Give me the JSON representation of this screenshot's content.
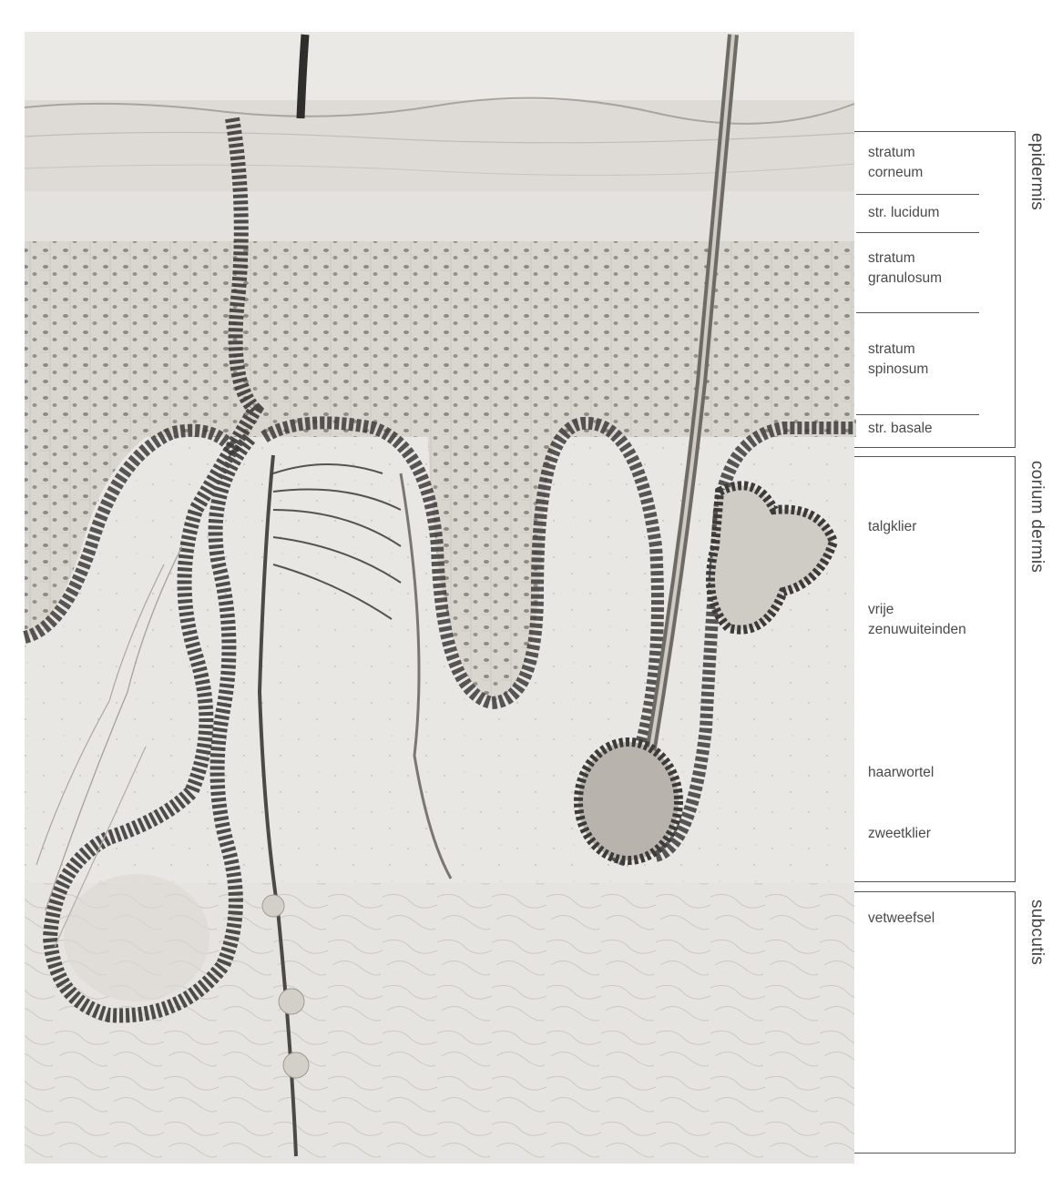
{
  "regions": {
    "epidermis": "epidermis",
    "corium": "corium dermis",
    "subcutis": "subcutis"
  },
  "layers": {
    "stratum_corneum": [
      "stratum",
      "corneum"
    ],
    "stratum_lucidum": "str. lucidum",
    "stratum_granulosum": [
      "stratum",
      "granulosum"
    ],
    "stratum_spinosum": [
      "stratum",
      "spinosum"
    ],
    "stratum_basale": "str. basale",
    "talgklier": "talgklier",
    "vrije_zenuwuiteinden": [
      "vrije",
      "zenuwuiteinden"
    ],
    "haarwortel": "haarwortel",
    "zweetklier": "zweetklier",
    "vetweefsel": "vetweefsel"
  },
  "colors": {
    "paper": "#ffffff",
    "tissue_light": "#e8e6e2",
    "tissue_mid": "#cfccc6",
    "tissue_dark": "#3c3b39",
    "line": "#555555"
  }
}
